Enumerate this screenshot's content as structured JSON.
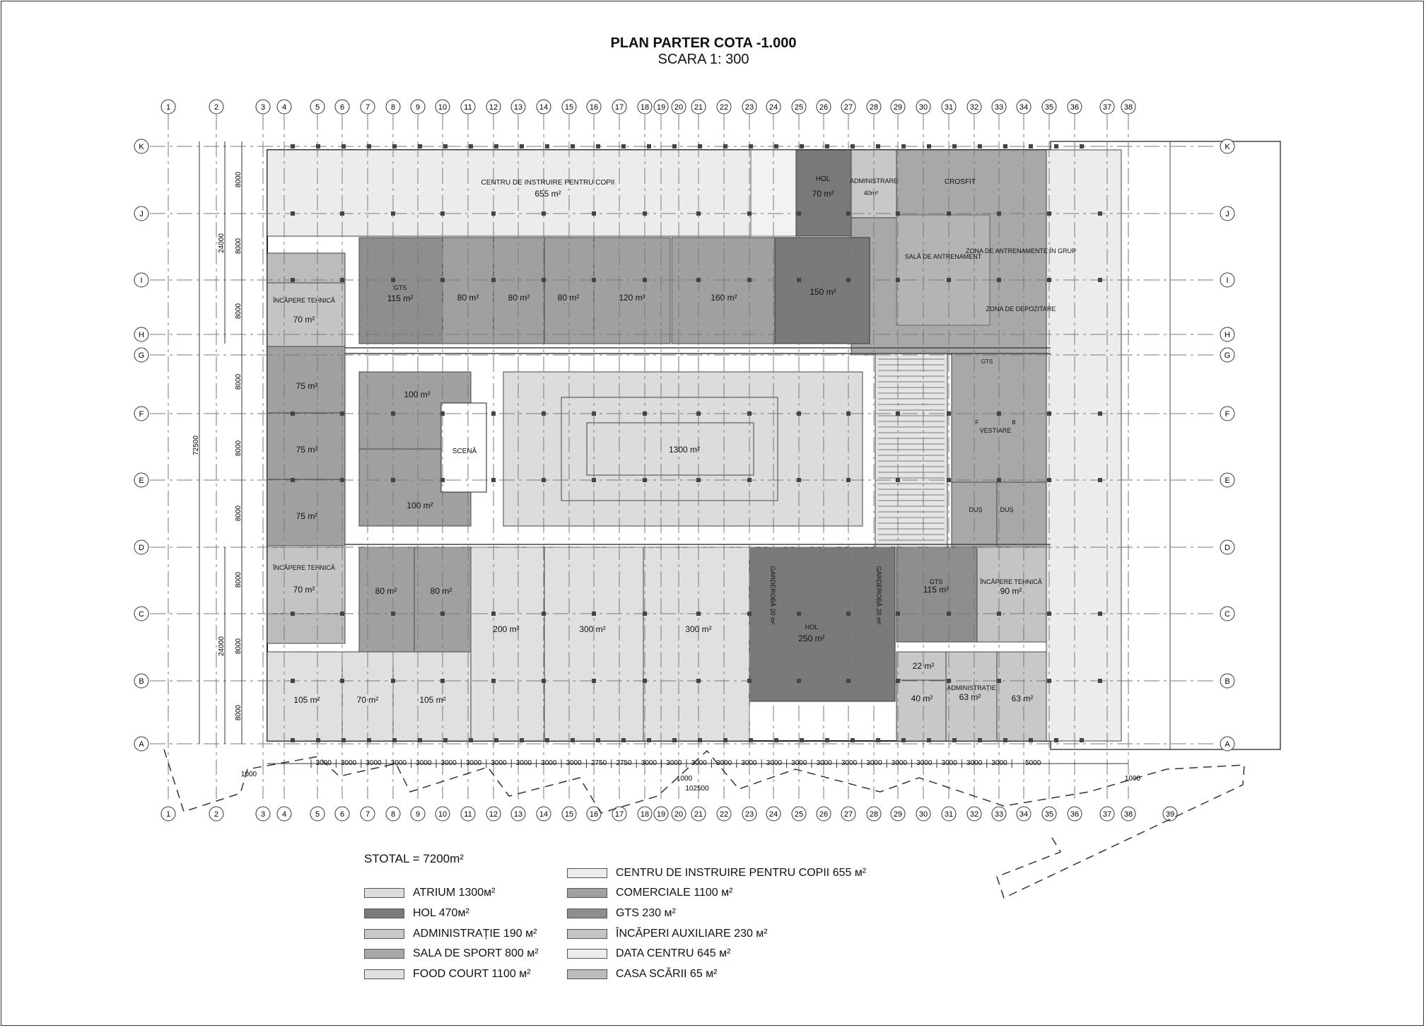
{
  "title": "PLAN PARTER COTA -1.000",
  "scale": "SCARA 1: 300",
  "columns": [
    "1",
    "2",
    "3",
    "4",
    "5",
    "6",
    "7",
    "8",
    "9",
    "10",
    "11",
    "12",
    "13",
    "14",
    "15",
    "16",
    "17",
    "18",
    "19",
    "20",
    "21",
    "22",
    "23",
    "24",
    "25",
    "26",
    "27",
    "28",
    "29",
    "30",
    "31",
    "32",
    "33",
    "34",
    "35",
    "36",
    "37",
    "38"
  ],
  "bottom_columns": [
    "1",
    "2",
    "3",
    "4",
    "5",
    "6",
    "7",
    "8",
    "9",
    "10",
    "11",
    "12",
    "13",
    "14",
    "15",
    "16",
    "17",
    "18",
    "19",
    "20",
    "21",
    "22",
    "23",
    "24",
    "25",
    "26",
    "27",
    "28",
    "29",
    "30",
    "31",
    "32",
    "33",
    "34",
    "35",
    "36",
    "37",
    "38",
    "39"
  ],
  "rows": [
    "K",
    "J",
    "I",
    "H",
    "G",
    "F",
    "E",
    "D",
    "C",
    "B",
    "A"
  ],
  "dim_bottom": [
    "3000",
    "3000",
    "3000",
    "3000",
    "3000",
    "3000",
    "3000",
    "3000",
    "3000",
    "3000",
    "3000",
    "2750",
    "2750",
    "3000",
    "3000",
    "3000",
    "3000",
    "3000",
    "3000",
    "3000",
    "3000",
    "3000",
    "3000",
    "3000",
    "3000",
    "3000",
    "3000",
    "3000",
    "5000"
  ],
  "dim_left": [
    "8000",
    "8000",
    "8000",
    "8000",
    "8000",
    "8000",
    "8000",
    "8000",
    "8000"
  ],
  "dim_totals": {
    "height": "72500",
    "upper": "24000",
    "lower": "24000",
    "width": "102500",
    "edge_left": "1000",
    "edge_right": "1000",
    "mid": "1000"
  },
  "rooms": {
    "centru": "CENTRU DE INSTRUIRE PENTRU COPII",
    "centru_area": "655 m²",
    "hol_top": "HOL",
    "hol_top_area": "70 m²",
    "administrare": "ADMINISTRARE",
    "administrare_area": "40m²",
    "crosfit": "CROSFIT",
    "sala_antrenament": "SALĂ DE ANTRENAMENT",
    "zona_grup": "ZONA DE ANTRENAMENTE ÎN GRUP",
    "zona_depozitare": "ZONA DE DEPOZITARE",
    "gts_top": "GTS",
    "gts_top_area": "115 m²",
    "r80a": "80 m²",
    "r80b": "80 m²",
    "r80c": "80 m²",
    "r120": "120 m²",
    "r160": "160 m²",
    "r150": "150 m²",
    "tehnica1": "ÎNCĂPERE TEHNICĂ",
    "tehnica1_area": "70 m²",
    "r75a": "75 m²",
    "r75b": "75 m²",
    "r75c": "75 m²",
    "r100a": "100 m²",
    "r100b": "100 m²",
    "scena": "SCENĂ",
    "atrium": "1300 m²",
    "gts_right": "GTS",
    "vestiare": "VESTIARE",
    "f": "F",
    "b": "B",
    "dus1": "DUȘ",
    "dus2": "DUȘ",
    "tehnica2": "ÎNCĂPERE TEHNICĂ",
    "tehnica2_area": "70 m²",
    "r80d": "80 m²",
    "r80e": "80 m²",
    "r200": "200 m²",
    "r300a": "300 m²",
    "r300b": "300 m²",
    "garderoba1": "GARDEROBĂ 20 m²",
    "garderoba2": "GARDEROBĂ 20 m²",
    "hol_bottom": "HOL",
    "hol_bottom_area": "250 m²",
    "gts_bottom": "GTS",
    "gts_bottom_area": "115 m²",
    "tehnica3": "ÎNCĂPERE TEHNICĂ",
    "tehnica3_area": "90 m²",
    "r105a": "105 m²",
    "r70": "70 m²",
    "r105b": "105 m²",
    "r22": "22 m²",
    "r40": "40 m²",
    "administratie": "ADMINISTRAȚIE",
    "administratie_area": "63 m²",
    "r63": "63 m²"
  },
  "total": "STOTAL = 7200m²",
  "legend": [
    {
      "label": "ATRIUM  1300м²",
      "color": "#dcdcdc"
    },
    {
      "label": "HOL  470м²",
      "color": "#7a7a7a"
    },
    {
      "label": "ADMINISTRAȚIE 190 м²",
      "color": "#c8c8c8"
    },
    {
      "label": "SALA DE SPORT 800 м²",
      "color": "#a8a8a8"
    },
    {
      "label": "FOOD COURT 1100 м²",
      "color": "#e0e0e0"
    },
    {
      "label": "CENTRU DE INSTRUIRE PENTRU COPII  655 м²",
      "color": "#ececec"
    },
    {
      "label": "COMERCIALE  1100 м²",
      "color": "#a0a0a0"
    },
    {
      "label": "GTS   230 м²",
      "color": "#8e8e8e"
    },
    {
      "label": "ÎNCĂPERI AUXILIARE 230 м²",
      "color": "#c4c4c4"
    },
    {
      "label": "DATA CENTRU 645 м²",
      "color": "#ececec"
    },
    {
      "label": "CASA SCĂRII 65 м²",
      "color": "#bcbcbc"
    }
  ]
}
